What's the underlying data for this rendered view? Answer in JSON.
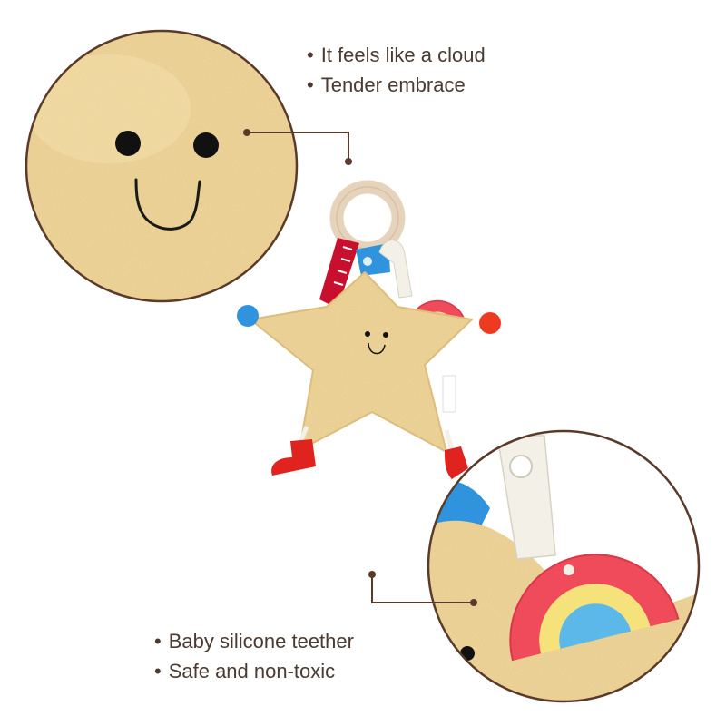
{
  "features_top": [
    "It feels like a cloud",
    "Tender embrace"
  ],
  "features_bottom": [
    "Baby silicone teether",
    "Safe and non-toxic"
  ],
  "label_tag": "",
  "colors": {
    "frame_brown": "#5b3a2a",
    "plush_yellow": "#f1d79b",
    "ball_blue": "#2f93dd",
    "ball_orange": "#ef3a22",
    "boot_red": "#e0231f",
    "ribbon_red": "#c8102e",
    "rainbow_red": "#ef4b5a",
    "rainbow_yellow": "#f6e27a",
    "rainbow_blue": "#5bb8e8",
    "wood_ring": "#e6d3bb"
  }
}
